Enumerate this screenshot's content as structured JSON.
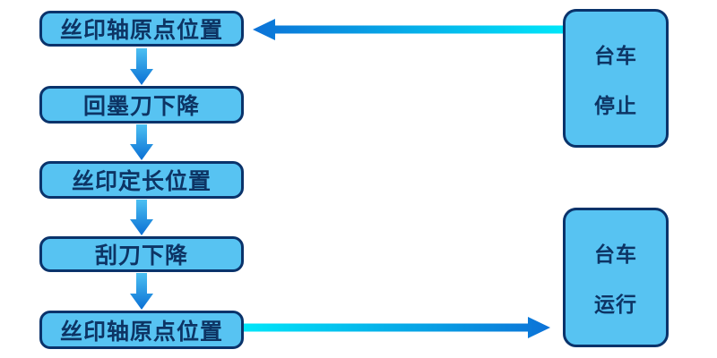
{
  "flow": {
    "steps": [
      "丝印轴原点位置",
      "回墨刀下降",
      "丝印定长位置",
      "刮刀下降",
      "丝印轴原点位置"
    ],
    "side_nodes": [
      {
        "line1": "台车",
        "line2": "停止"
      },
      {
        "line1": "台车",
        "line2": "运行"
      }
    ],
    "colors": {
      "node_fill": "#57C3F2",
      "node_border": "#0A336B",
      "node_text": "#0D3464",
      "arrow_blue": "#0C72D7",
      "arrow_cyan": "#00E6F9",
      "varrow_top": "#4CC0F2",
      "varrow_bottom": "#0A6FD4"
    }
  }
}
